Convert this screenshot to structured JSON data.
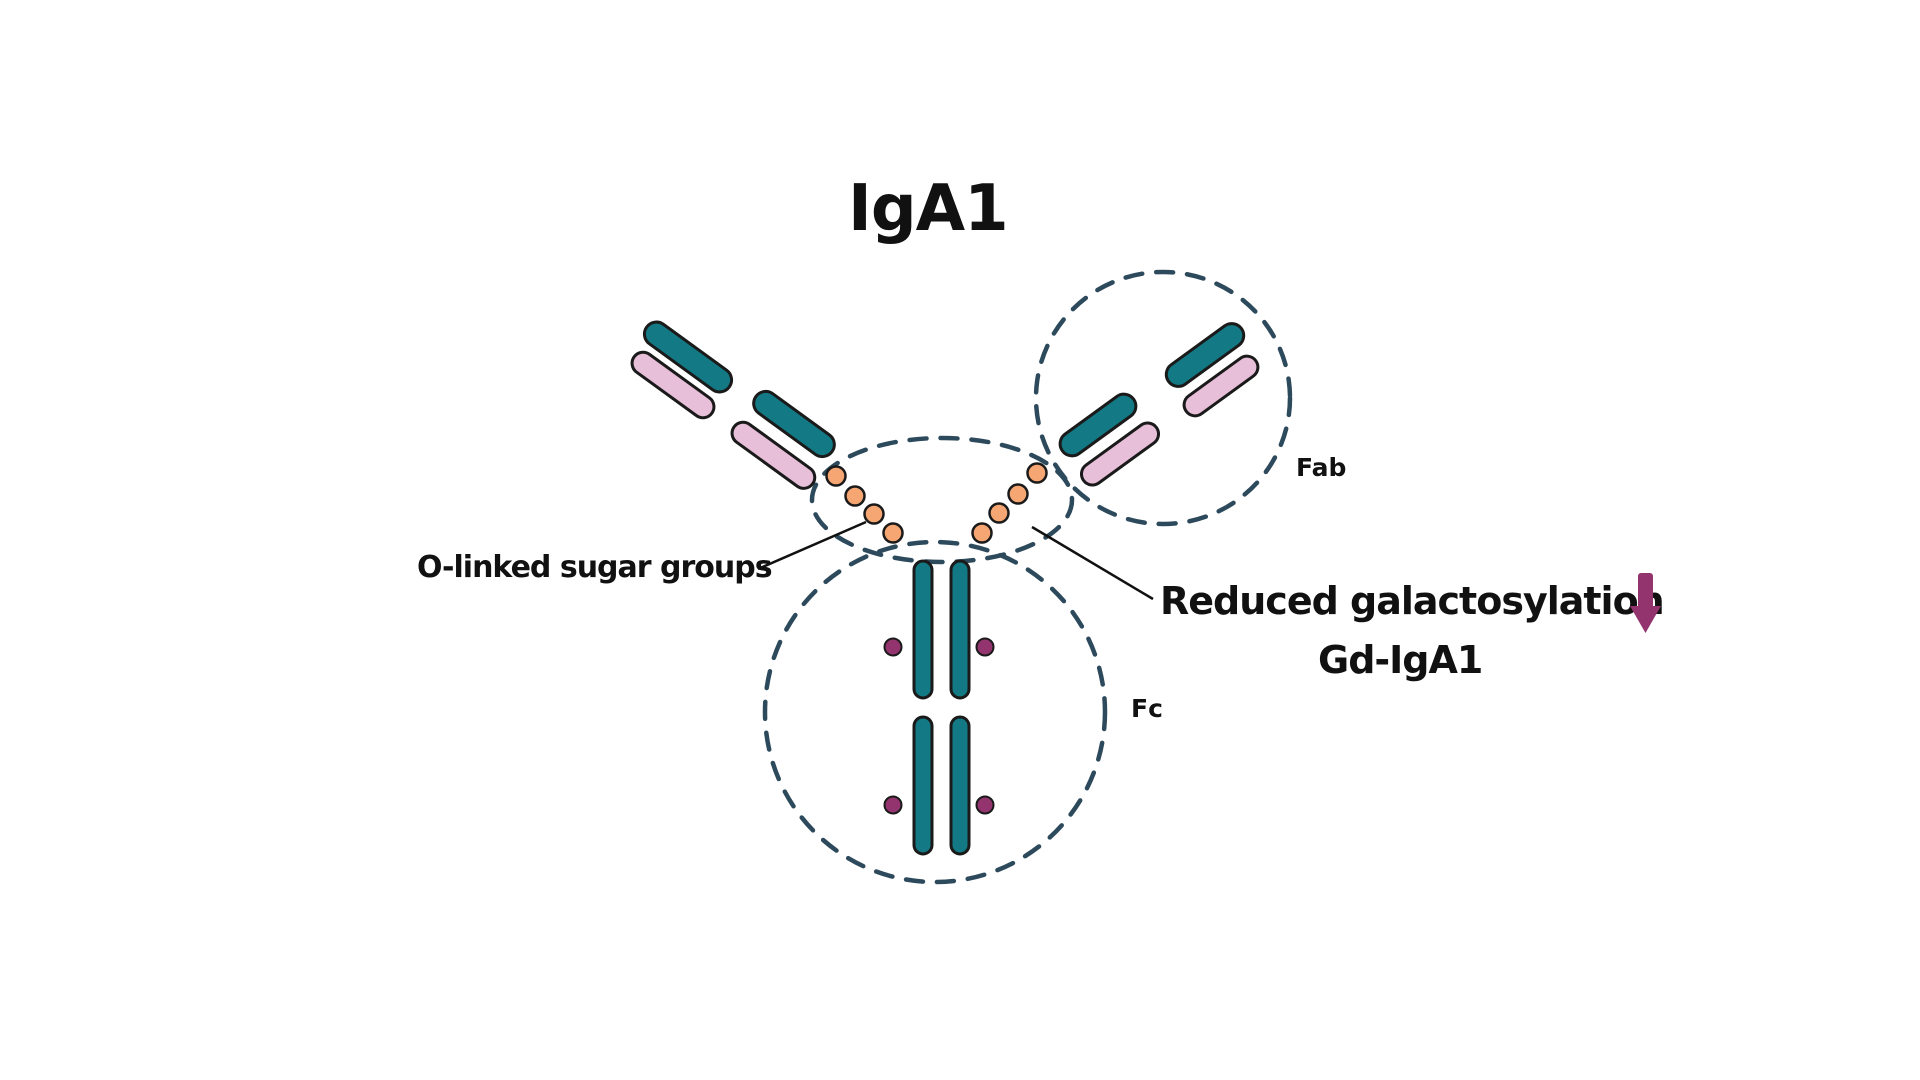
{
  "diagram": {
    "title": "IgA1",
    "labels": {
      "o_linked": "O-linked sugar groups",
      "reduced": "Reduced galactosylation",
      "gd_iga1": "Gd-IgA1",
      "fab": "Fab",
      "fc": "Fc"
    },
    "indicator": {
      "direction": "down",
      "meaning": "decrease"
    }
  },
  "colors": {
    "heavy_chain": "#137a85",
    "light_chain": "#e7bfd9",
    "o_glycan": "#f6a673",
    "fc_glycan": "#93346e",
    "region_circle": "#2d4a5c",
    "arrow": "#93346e"
  }
}
